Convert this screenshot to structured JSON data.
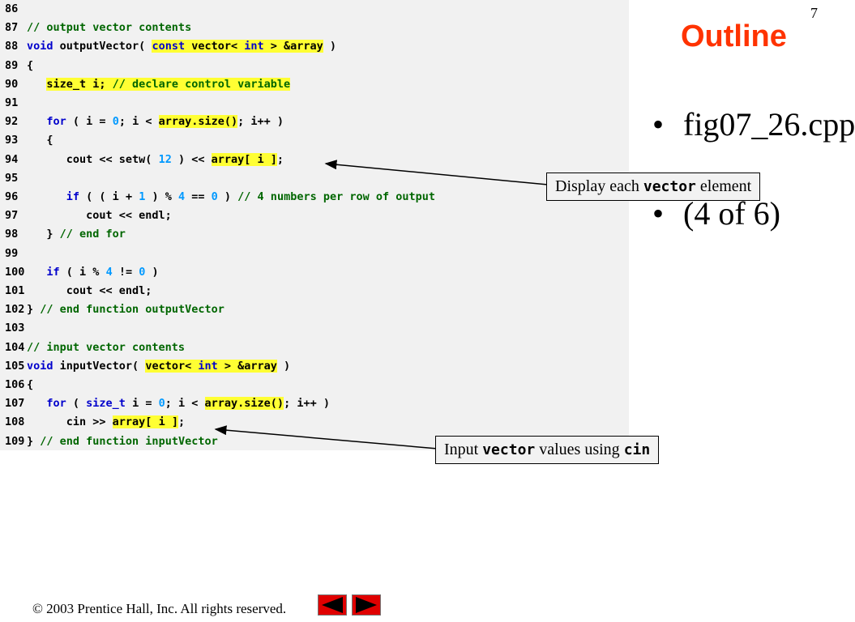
{
  "slide_number": "7",
  "outline": {
    "title": "Outline",
    "bullet_dot": "•",
    "bullets": [
      "fig07_26.cpp",
      "(4 of 6)"
    ]
  },
  "code_lines": [
    {
      "ln": "86",
      "parts": []
    },
    {
      "ln": "87",
      "parts": [
        {
          "t": "// output vector contents",
          "c": "cm"
        }
      ]
    },
    {
      "ln": "88",
      "parts": [
        {
          "t": "void",
          "c": "kw"
        },
        {
          "t": " outputVector( "
        },
        {
          "t": "const",
          "c": "kw",
          "h": true
        },
        {
          "t": " vector< ",
          "h": true
        },
        {
          "t": "int",
          "c": "kw",
          "h": true
        },
        {
          "t": " > &array",
          "h": true
        },
        {
          "t": " )"
        }
      ]
    },
    {
      "ln": "89",
      "parts": [
        {
          "t": "{"
        }
      ]
    },
    {
      "ln": "90",
      "parts": [
        {
          "t": "   "
        },
        {
          "t": "size_t i; ",
          "h": true
        },
        {
          "t": "// declare control variable",
          "c": "cm",
          "h": true
        }
      ]
    },
    {
      "ln": "91",
      "parts": []
    },
    {
      "ln": "92",
      "parts": [
        {
          "t": "   "
        },
        {
          "t": "for",
          "c": "kw"
        },
        {
          "t": " ( i = "
        },
        {
          "t": "0",
          "c": "num"
        },
        {
          "t": "; i < "
        },
        {
          "t": "array.size()",
          "h": true
        },
        {
          "t": "; i++ )"
        }
      ]
    },
    {
      "ln": "93",
      "parts": [
        {
          "t": "   {"
        }
      ]
    },
    {
      "ln": "94",
      "parts": [
        {
          "t": "      cout << setw( "
        },
        {
          "t": "12",
          "c": "num"
        },
        {
          "t": " ) << "
        },
        {
          "t": "array[ i ]",
          "h": true
        },
        {
          "t": ";"
        }
      ]
    },
    {
      "ln": "95",
      "parts": []
    },
    {
      "ln": "96",
      "parts": [
        {
          "t": "      "
        },
        {
          "t": "if",
          "c": "kw"
        },
        {
          "t": " ( ( i + "
        },
        {
          "t": "1",
          "c": "num"
        },
        {
          "t": " ) % "
        },
        {
          "t": "4",
          "c": "num"
        },
        {
          "t": " == "
        },
        {
          "t": "0",
          "c": "num"
        },
        {
          "t": " ) "
        },
        {
          "t": "// 4 numbers per row of output",
          "c": "cm"
        }
      ]
    },
    {
      "ln": "97",
      "parts": [
        {
          "t": "         cout << endl;"
        }
      ]
    },
    {
      "ln": "98",
      "parts": [
        {
          "t": "   } "
        },
        {
          "t": "// end for",
          "c": "cm"
        }
      ]
    },
    {
      "ln": "99",
      "parts": []
    },
    {
      "ln": "100",
      "parts": [
        {
          "t": "   "
        },
        {
          "t": "if",
          "c": "kw"
        },
        {
          "t": " ( i % "
        },
        {
          "t": "4",
          "c": "num"
        },
        {
          "t": " != "
        },
        {
          "t": "0",
          "c": "num"
        },
        {
          "t": " )"
        }
      ]
    },
    {
      "ln": "101",
      "parts": [
        {
          "t": "      cout << endl;"
        }
      ]
    },
    {
      "ln": "102",
      "parts": [
        {
          "t": "} "
        },
        {
          "t": "// end function outputVector",
          "c": "cm"
        }
      ]
    },
    {
      "ln": "103",
      "parts": []
    },
    {
      "ln": "104",
      "parts": [
        {
          "t": "// input vector contents",
          "c": "cm"
        }
      ]
    },
    {
      "ln": "105",
      "parts": [
        {
          "t": "void",
          "c": "kw"
        },
        {
          "t": " inputVector( "
        },
        {
          "t": "vector< ",
          "h": true
        },
        {
          "t": "int",
          "c": "kw",
          "h": true
        },
        {
          "t": " > &array",
          "h": true
        },
        {
          "t": " )"
        }
      ]
    },
    {
      "ln": "106",
      "parts": [
        {
          "t": "{"
        }
      ]
    },
    {
      "ln": "107",
      "parts": [
        {
          "t": "   "
        },
        {
          "t": "for",
          "c": "kw"
        },
        {
          "t": " ( "
        },
        {
          "t": "size_t",
          "c": "kw"
        },
        {
          "t": " i = "
        },
        {
          "t": "0",
          "c": "num"
        },
        {
          "t": "; i < "
        },
        {
          "t": "array.size()",
          "h": true
        },
        {
          "t": "; i++ )"
        }
      ]
    },
    {
      "ln": "108",
      "parts": [
        {
          "t": "      cin >> "
        },
        {
          "t": "array[ i ]",
          "h": true
        },
        {
          "t": ";"
        }
      ]
    },
    {
      "ln": "109",
      "parts": [
        {
          "t": "} "
        },
        {
          "t": "// end function inputVector",
          "c": "cm"
        }
      ]
    }
  ],
  "callouts": {
    "display": {
      "pre": "Display each ",
      "code": "vector",
      "post": " element"
    },
    "input": {
      "pre": "Input ",
      "code": "vector",
      "mid": " values using ",
      "code2": "cin"
    }
  },
  "footer": {
    "copyright": "© 2003 Prentice Hall, Inc.  All rights reserved."
  },
  "nav": {
    "back_icon": "left-triangle-icon",
    "next_icon": "right-triangle-icon",
    "color": "#e00000"
  },
  "colors": {
    "keyword": "#0000cc",
    "comment": "#006600",
    "number": "#0099ff",
    "highlight": "#ffff33",
    "outline_title": "#ff3300"
  }
}
